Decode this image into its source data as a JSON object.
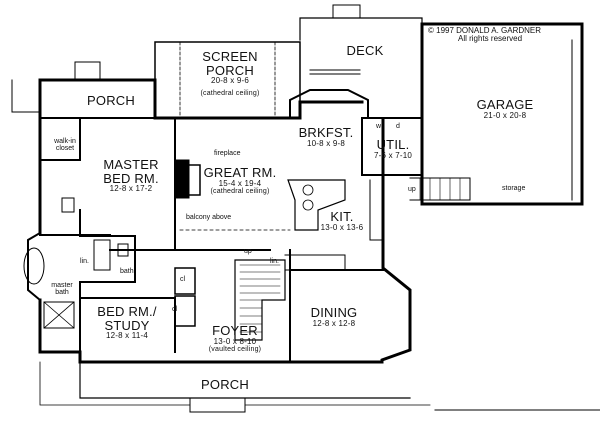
{
  "copyright": [
    "© 1997 DONALD A. GARDNER",
    "All rights reserved"
  ],
  "rooms": {
    "screen_porch": {
      "name": [
        "SCREEN",
        "PORCH"
      ],
      "dims": "20-8 x 9-6",
      "note": "(cathedral ceiling)"
    },
    "deck": {
      "name": "DECK"
    },
    "porch_left": {
      "name": "PORCH"
    },
    "garage": {
      "name": "GARAGE",
      "dims": "21-0 x 20-8"
    },
    "brkfst": {
      "name": "BRKFST.",
      "dims": "10-8 x 9-8"
    },
    "util": {
      "name": "UTIL.",
      "dims": "7-6 x 7-10"
    },
    "master": {
      "name": [
        "MASTER",
        "BED RM."
      ],
      "dims": "12-8 x 17-2"
    },
    "great": {
      "name": "GREAT RM.",
      "dims": "15-4 x 19-4",
      "note": "(cathedral ceiling)"
    },
    "kit": {
      "name": "KIT.",
      "dims": "13-0 x 13-6"
    },
    "bed_study": {
      "name": [
        "BED RM./",
        "STUDY"
      ],
      "dims": "12-8 x 11-4"
    },
    "foyer": {
      "name": "FOYER",
      "dims": "13-0 x 8-10",
      "note": "(vaulted ceiling)"
    },
    "dining": {
      "name": "DINING",
      "dims": "12-8 x 12-8"
    },
    "porch_front": {
      "name": "PORCH"
    }
  },
  "small_labels": {
    "walk_in_closet": [
      "walk-in",
      "closet"
    ],
    "fireplace": "fireplace",
    "balcony_above": "balcony above",
    "bath": "bath",
    "lin1": "lin.",
    "lin2": "lin.",
    "master_bath": [
      "master",
      "bath"
    ],
    "cl1": "cl",
    "cl2": "cl",
    "up1": "up",
    "up2": "up",
    "storage": "storage",
    "w": "w",
    "d": "d"
  }
}
